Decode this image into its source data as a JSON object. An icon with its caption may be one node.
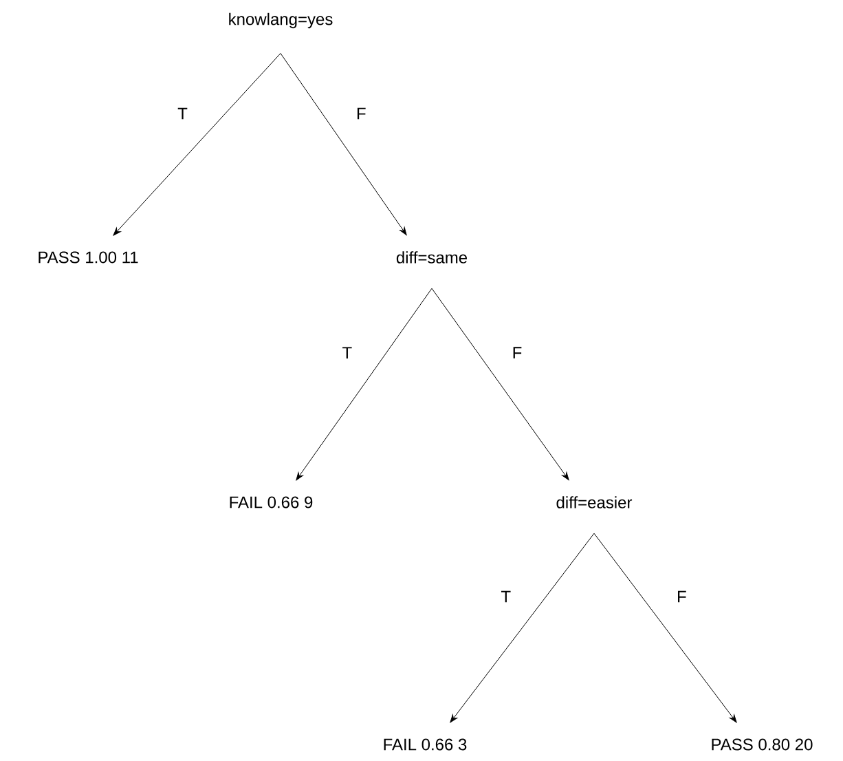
{
  "diagram": {
    "nodes": [
      {
        "text": [
          "knowlang=yes"
        ]
      },
      {
        "text": [
          "PASS 1.00 11"
        ]
      },
      {
        "text": [
          "diff=same"
        ]
      },
      {
        "text": [
          "FAIL 0.66 9"
        ]
      },
      {
        "text": [
          "diff=easier"
        ]
      },
      {
        "text": [
          "FAIL 0.66 3"
        ]
      },
      {
        "text": [
          "PASS 0.80 20"
        ]
      }
    ],
    "edges": [
      {
        "from": 0,
        "to": 1,
        "arrow": "to",
        "label": "T"
      },
      {
        "from": 0,
        "to": 2,
        "arrow": "to",
        "label": "F"
      },
      {
        "from": 2,
        "to": 3,
        "arrow": "to",
        "label": "T"
      },
      {
        "from": 2,
        "to": 4,
        "arrow": "to",
        "label": "F"
      },
      {
        "from": 4,
        "to": 5,
        "arrow": "to",
        "label": "T"
      },
      {
        "from": 4,
        "to": 6,
        "arrow": "to",
        "label": "F"
      }
    ]
  }
}
